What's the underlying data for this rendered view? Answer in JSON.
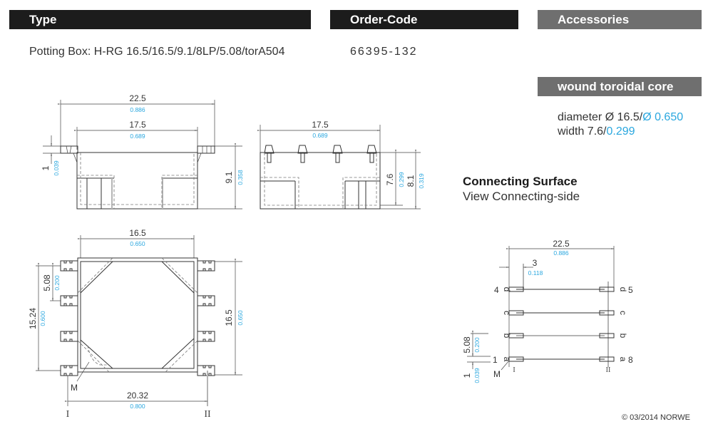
{
  "headers": {
    "type": "Type",
    "order_code": "Order-Code",
    "accessories": "Accessories",
    "wound_core": "wound toroidal core"
  },
  "product": {
    "label": "Potting Box:",
    "type_code": "H-RG 16.5/16.5/9.1/8LP/5.08/torA504",
    "order_code": "66395-132"
  },
  "accessory": {
    "diameter_label": "diameter Ø 16.5",
    "diameter_sep": "/",
    "diameter_inch": "Ø 0.650",
    "width_label": "width 7.6",
    "width_sep": "/",
    "width_inch": "0.299"
  },
  "connecting": {
    "title": "Connecting Surface",
    "subtitle": "View Connecting-side"
  },
  "colors": {
    "header_black": "#1c1c1c",
    "header_grey": "#6f6f6f",
    "inch_blue": "#2aa7df"
  },
  "dims": {
    "front_overall_mm": "22.5",
    "front_overall_in": "0.886",
    "front_body_mm": "17.5",
    "front_body_in": "0.689",
    "front_flange_mm": "1",
    "front_flange_in": "0.039",
    "front_height_mm": "9.1",
    "front_height_in": "0.358",
    "side_width_mm": "17.5",
    "side_width_in": "0.689",
    "side_h1_mm": "7.6",
    "side_h1_in": "0.299",
    "side_h2_mm": "8.1",
    "side_h2_in": "0.319",
    "top_width_mm": "16.5",
    "top_width_in": "0.650",
    "top_height_mm": "16.5",
    "top_height_in": "0.650",
    "top_pitch_mm": "5.08",
    "top_pitch_in": "0.200",
    "top_span_mm": "15.24",
    "top_span_in": "0.600",
    "top_row_mm": "20.32",
    "top_row_in": "0.800",
    "top_marker": "M",
    "row_I": "I",
    "row_II": "II",
    "conn_overall_mm": "22.5",
    "conn_overall_in": "0.886",
    "conn_offset_mm": "3",
    "conn_offset_in": "0.118",
    "conn_pitch_mm": "5.08",
    "conn_pitch_in": "0.200",
    "conn_pin_mm": "1",
    "conn_pin_in": "0.039",
    "conn_marker": "M"
  },
  "pins": {
    "left": [
      {
        "num": "4",
        "letter": "d"
      },
      {
        "num": "",
        "letter": "c"
      },
      {
        "num": "",
        "letter": "b"
      },
      {
        "num": "1",
        "letter": "a"
      }
    ],
    "right": [
      {
        "num": "5",
        "letter": "d"
      },
      {
        "num": "",
        "letter": "c"
      },
      {
        "num": "",
        "letter": "b"
      },
      {
        "num": "8",
        "letter": "a"
      }
    ]
  },
  "footer": {
    "copyright": "© 03/2014 NORWE"
  }
}
